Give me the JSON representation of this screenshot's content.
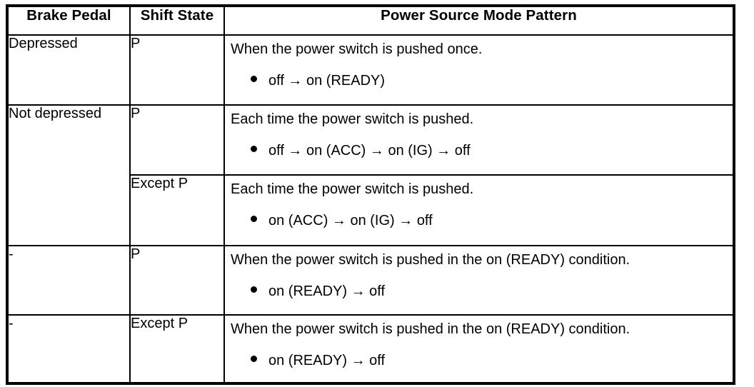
{
  "table": {
    "name": "power-source-mode-pattern-table",
    "columns": [
      {
        "key": "brake",
        "label": "Brake Pedal"
      },
      {
        "key": "shift",
        "label": "Shift State"
      },
      {
        "key": "pattern",
        "label": "Power Source Mode Pattern"
      }
    ],
    "bullet_glyph": "●",
    "arrow_glyph": "→",
    "rows": [
      {
        "brake": "Depressed",
        "brake_rowspan": 1,
        "shift": "P",
        "pattern_title": "When the power switch is pushed once.",
        "pattern_bullet": "off → on (READY)"
      },
      {
        "brake": "Not depressed",
        "brake_rowspan": 2,
        "shift": "P",
        "pattern_title": "Each time the power switch is pushed.",
        "pattern_bullet": "off → on (ACC) → on (IG) → off"
      },
      {
        "brake": null,
        "brake_rowspan": 0,
        "shift": "Except P",
        "pattern_title": "Each time the power switch is pushed.",
        "pattern_bullet": "on (ACC) → on (IG) → off"
      },
      {
        "brake": "-",
        "brake_rowspan": 1,
        "shift": "P",
        "pattern_title": "When the power switch is pushed in the on (READY) condition.",
        "pattern_bullet": "on (READY) → off"
      },
      {
        "brake": "-",
        "brake_rowspan": 1,
        "shift": "Except P",
        "pattern_title": "When the power switch is pushed in the on (READY) condition.",
        "pattern_bullet": "on (READY) → off"
      }
    ]
  },
  "colors": {
    "border": "#000000",
    "text": "#000000",
    "background": "#ffffff"
  }
}
